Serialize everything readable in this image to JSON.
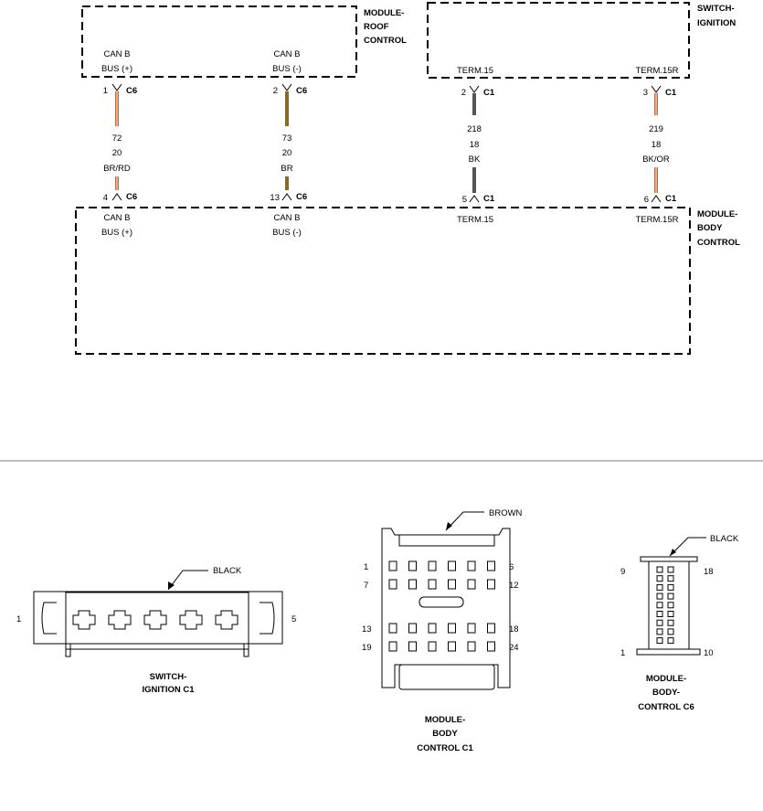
{
  "modules": {
    "roof": {
      "line1": "MODULE-",
      "line2": "ROOF",
      "line3": "CONTROL"
    },
    "ignition": {
      "line1": "SWITCH-",
      "line2": "IGNITION"
    },
    "body": {
      "line1": "MODULE-",
      "line2": "BODY",
      "line3": "CONTROL"
    }
  },
  "colors": {
    "br_rd": "#c8693a",
    "br": "#8a6a1f",
    "bk": "#555555",
    "bk_or": "#c8693a",
    "stripe": "#e8e0d0"
  },
  "circuits": [
    {
      "top_label1": "CAN B",
      "top_label2": "BUS (+)",
      "top_pin": "1",
      "top_conn": "C6",
      "wire_num": "72",
      "gauge": "20",
      "color": "BR/RD",
      "bot_pin": "4",
      "bot_conn": "C6",
      "bot_label1": "CAN B",
      "bot_label2": "BUS (+)"
    },
    {
      "top_label1": "CAN B",
      "top_label2": "BUS (-)",
      "top_pin": "2",
      "top_conn": "C6",
      "wire_num": "73",
      "gauge": "20",
      "color": "BR",
      "bot_pin": "13",
      "bot_conn": "C6",
      "bot_label1": "CAN B",
      "bot_label2": "BUS (-)"
    },
    {
      "top_label1": "TERM.15",
      "top_pin": "2",
      "top_conn": "C1",
      "wire_num": "218",
      "gauge": "18",
      "color": "BK",
      "bot_pin": "5",
      "bot_conn": "C1",
      "bot_label1": "TERM.15"
    },
    {
      "top_label1": "TERM.15R",
      "top_pin": "3",
      "top_conn": "C1",
      "wire_num": "219",
      "gauge": "18",
      "color": "BK/OR",
      "bot_pin": "6",
      "bot_conn": "C1",
      "bot_label1": "TERM.15R"
    }
  ],
  "connectors": {
    "ign": {
      "color_label": "BLACK",
      "pin_left": "1",
      "pin_right": "5",
      "name1": "SWITCH-",
      "name2": "IGNITION C1"
    },
    "bcm_c1": {
      "color_label": "BROWN",
      "pins": [
        "1",
        "6",
        "7",
        "12",
        "13",
        "18",
        "19",
        "24"
      ],
      "name1": "MODULE-",
      "name2": "BODY",
      "name3": "CONTROL C1"
    },
    "bcm_c6": {
      "color_label": "BLACK",
      "pin_tl": "9",
      "pin_tr": "18",
      "pin_bl": "1",
      "pin_br": "10",
      "name1": "MODULE-",
      "name2": "BODY-",
      "name3": "CONTROL C6"
    }
  }
}
